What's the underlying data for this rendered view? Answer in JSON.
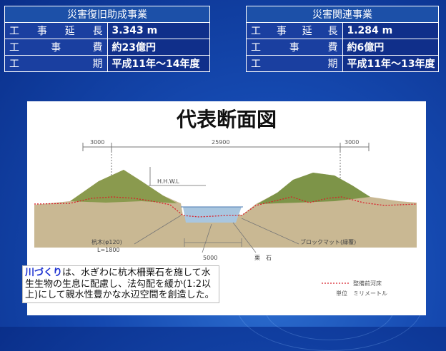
{
  "left_table": {
    "title": "災害復旧助成事業",
    "rows": [
      {
        "label_chars": [
          "工",
          "事",
          "延",
          "長"
        ],
        "value": "3.343 m"
      },
      {
        "label_chars": [
          "工",
          "事",
          "費"
        ],
        "value": "約23億円"
      },
      {
        "label_chars": [
          "工",
          "期"
        ],
        "value": "平成11年～14年度"
      }
    ]
  },
  "right_table": {
    "title": "災害関連事業",
    "rows": [
      {
        "label_chars": [
          "工",
          "事",
          "延",
          "長"
        ],
        "value": "1.284 m"
      },
      {
        "label_chars": [
          "工",
          "事",
          "費"
        ],
        "value": "約6億円"
      },
      {
        "label_chars": [
          "工",
          "期"
        ],
        "value": "平成11年～13年度"
      }
    ]
  },
  "diagram": {
    "title": "代表断面図",
    "dim_left": "3000",
    "dim_center": "25900",
    "dim_right": "3000",
    "hwl": "H.H.W.L",
    "stake_label": "杭木(φ120)",
    "stake_length": "L=1800",
    "block_mat": "ブロックマット(緑覆)",
    "rubble": "栗　石",
    "dim_bottom": "5000",
    "legend_line": "整備前河床",
    "legend_unit": "単位　ミリメートル"
  },
  "note": {
    "highlight": "川づくり",
    "text": "は、水ぎわに杭木柵栗石を施して水生生物の生息に配慮し、法勾配を緩か(1:2以上)にして親水性豊かな水辺空間を創造した。"
  },
  "colors": {
    "background": "#1549b0",
    "table_header": "#1c50a8",
    "note_highlight": "#1a2fd0",
    "riverbed_line": "#d8202a"
  }
}
